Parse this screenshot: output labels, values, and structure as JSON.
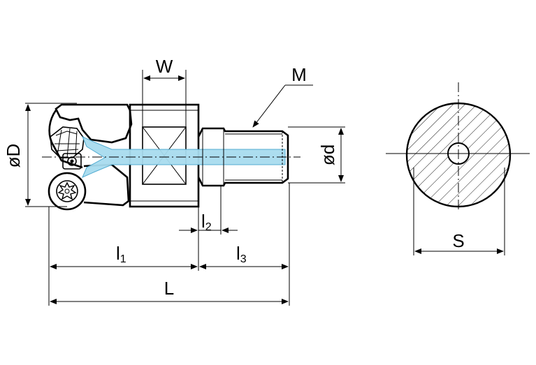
{
  "labels": {
    "w": "W",
    "m": "M",
    "od": "øD",
    "d": "ød",
    "l2_main": "l",
    "l2_sub": "2",
    "l1_main": "l",
    "l1_sub": "1",
    "l3_main": "l",
    "l3_sub": "3",
    "l": "L",
    "s": "S"
  },
  "colors": {
    "coolant_channel": "#a8dcef",
    "coolant_channel_edge": "#4aa8cf",
    "line": "#000000",
    "hatch": "#000000"
  },
  "icons": {
    "insert_screw": "torx-screw-icon"
  }
}
